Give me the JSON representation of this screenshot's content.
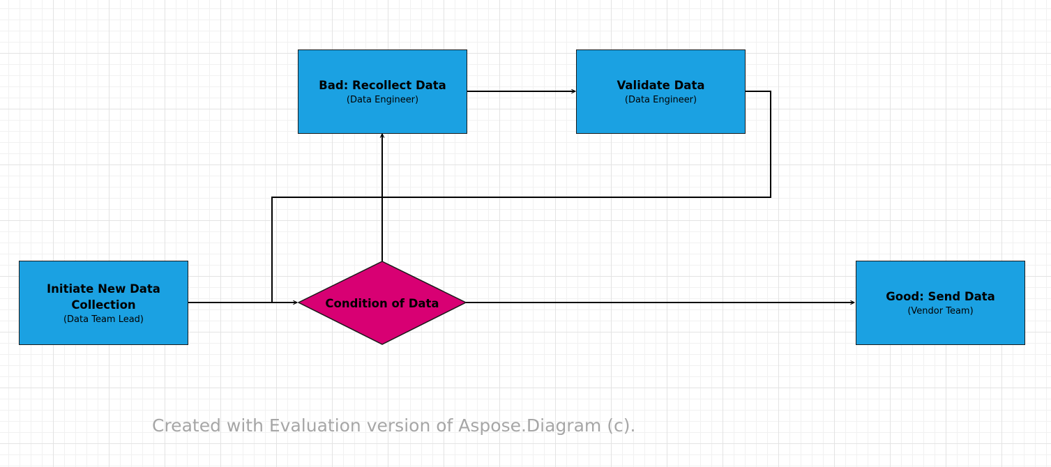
{
  "diagram": {
    "nodes": {
      "initiate": {
        "title": "Initiate New Data Collection",
        "role": "(Data Team Lead)"
      },
      "condition": {
        "title": "Condition of Data"
      },
      "recollect": {
        "title": "Bad: Recollect Data",
        "role": "(Data Engineer)"
      },
      "validate": {
        "title": "Validate Data",
        "role": "(Data Engineer)"
      },
      "send": {
        "title": "Good: Send Data",
        "role": "(Vendor Team)"
      }
    },
    "watermark": "Created with Evaluation version of Aspose.Diagram (c).",
    "colors": {
      "process": "#1ba1e2",
      "decision": "#d80073",
      "outline": "#1a1a1a",
      "watermark": "#a6a6a6"
    }
  }
}
